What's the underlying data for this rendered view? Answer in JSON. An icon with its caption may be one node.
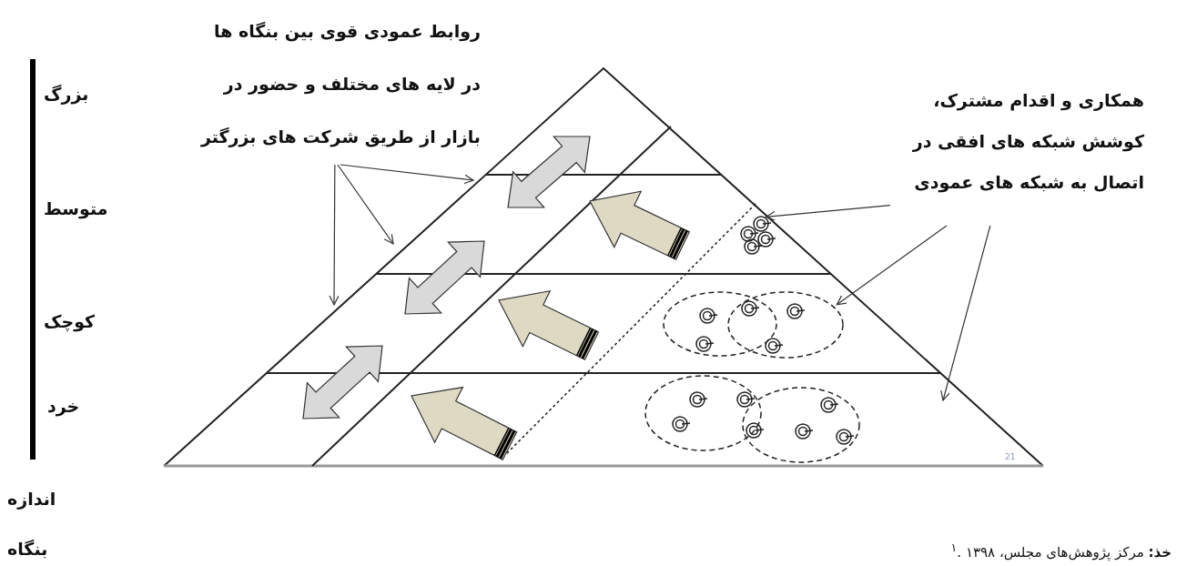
{
  "diagram": {
    "caption": "**خذ:** مرکز پژوهش‌های مجلس، ۱۳۹۸ .$^{۱}$",
    "nodes": [
      {
        "text": [
          "روابط عمودی قوی بین بنگاه ها در لایه های مختلف و حضور در بازار از طریق شرکت های بزرگتر"
        ]
      },
      {
        "text": [
          "همکاری و اقدام مشترک، کوشش شبکه های افقی در اتصال به شبکه های عمودی"
        ]
      },
      {
        "text": [],
        "shape": "circle"
      },
      {
        "text": [],
        "shape": "circle"
      },
      {
        "text": [],
        "shape": "circle"
      },
      {
        "text": [],
        "shape": "circle"
      },
      {
        "text": [],
        "shape": "picture"
      }
    ],
    "edges": [
      {
        "from": 0,
        "to": null,
        "arrow": "to"
      },
      {
        "from": 0,
        "to": null,
        "arrow": "to"
      },
      {
        "from": 0,
        "to": null,
        "arrow": "to"
      },
      {
        "from": 1,
        "to": 6,
        "arrow": "to"
      },
      {
        "from": 1,
        "to": 3,
        "arrow": "to"
      },
      {
        "from": 1,
        "to": null,
        "arrow": "to"
      }
    ],
    "labels": [
      "بزرگ",
      "متوسط",
      "کوچک",
      "خرد",
      "اندازه",
      "بنگاه",
      "21"
    ]
  }
}
